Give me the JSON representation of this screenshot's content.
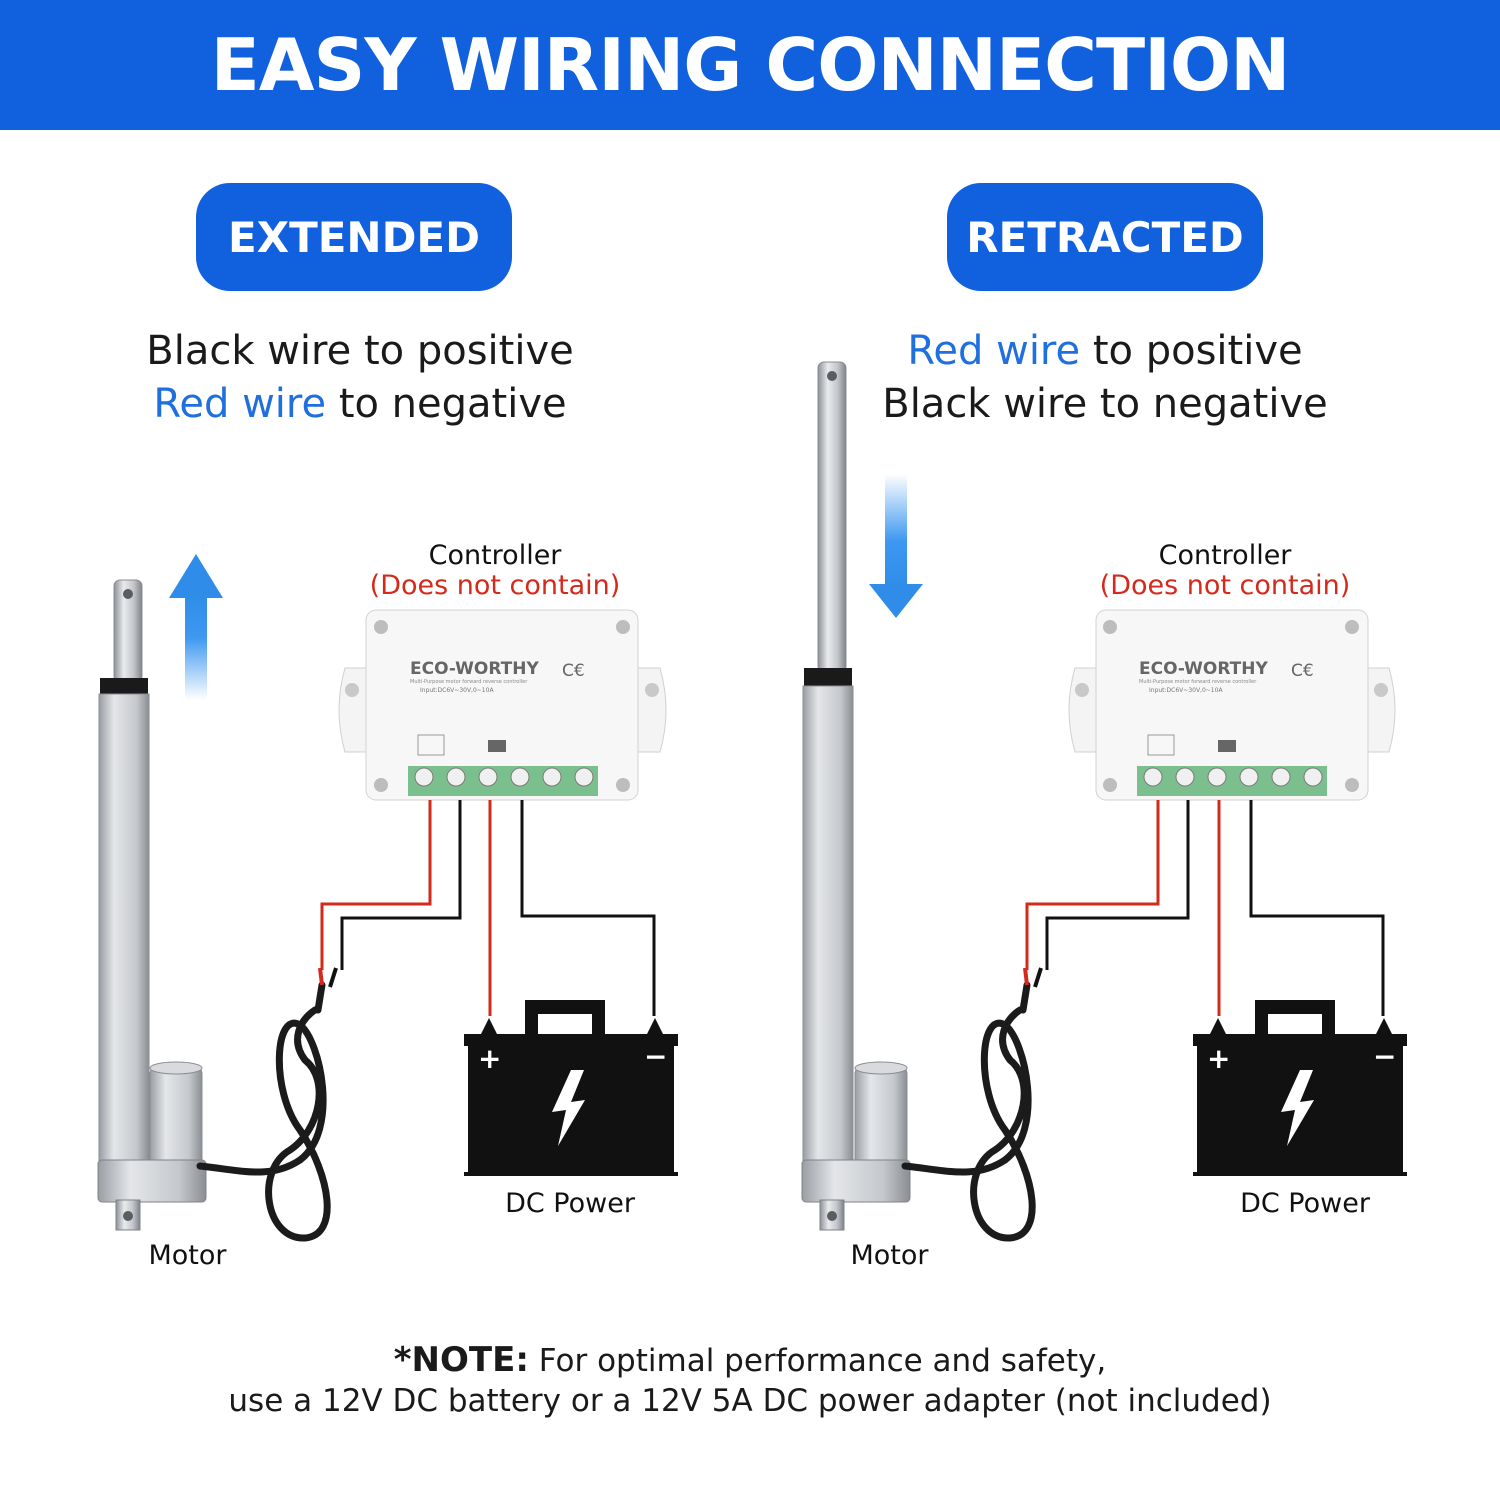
{
  "title": "EASY WIRING CONNECTION",
  "colors": {
    "brand_blue": "#1160dd",
    "highlight_blue": "#1f6fde",
    "wire_red": "#d42a1c",
    "wire_black": "#111111"
  },
  "panels": [
    {
      "badge": "EXTENDED",
      "line1": {
        "color_word": "Black wire",
        "rest": "to positive"
      },
      "line2": {
        "color_word": "Red wire",
        "rest": "to negative"
      },
      "arrow": "up-arrow",
      "controller_label": "Controller",
      "controller_note": "(Does not contain)",
      "controller_brand": "ECO-WORTHY",
      "controller_sub": "Multi-Purpose motor forward reverse controller",
      "controller_input": "Input:DC6V~30V,0~10A",
      "power_label": "DC Power",
      "motor_label": "Motor"
    },
    {
      "badge": "RETRACTED",
      "line1": {
        "color_word": "Red wire",
        "rest": "to positive"
      },
      "line2": {
        "color_word": "Black wire",
        "rest": "to negative"
      },
      "arrow": "down-arrow",
      "controller_label": "Controller",
      "controller_note": "(Does not contain)",
      "controller_brand": "ECO-WORTHY",
      "controller_sub": "Multi-Purpose motor forward reverse controller",
      "controller_input": "Input:DC6V~30V,0~10A",
      "power_label": "DC Power",
      "motor_label": "Motor"
    }
  ],
  "battery": {
    "plus": "+",
    "minus": "−"
  },
  "note": {
    "prefix": "*NOTE:",
    "line1": "For optimal performance and safety,",
    "line2": "use a 12V DC battery or a 12V 5A DC power adapter (not included)"
  }
}
